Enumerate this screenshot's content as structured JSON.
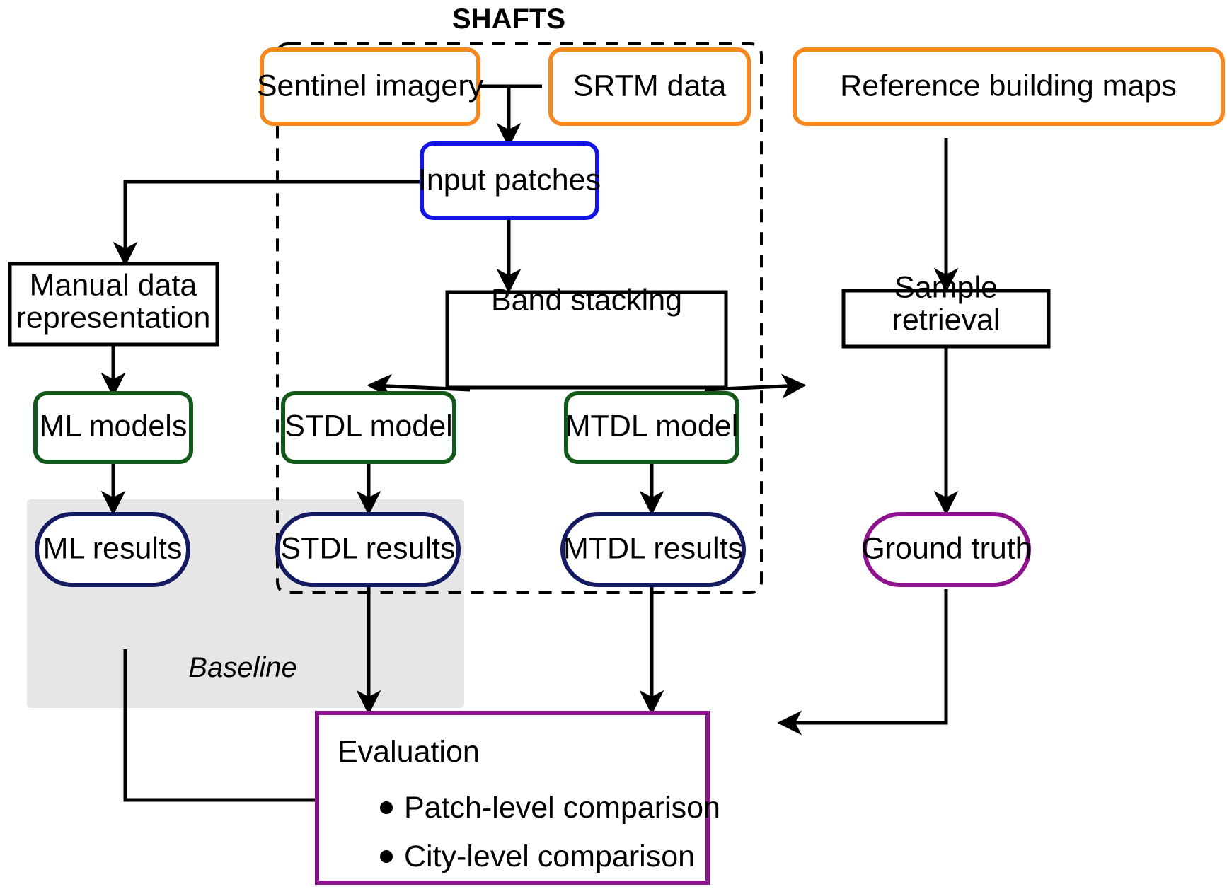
{
  "figure": {
    "group_title": "SHAFTS",
    "baseline_label": "Baseline"
  },
  "nodes": {
    "sentinel": "Sentinel imagery",
    "srtm": "SRTM data",
    "reference_maps": "Reference building maps",
    "input_patches": "Input patches",
    "manual_rep_line1": "Manual data",
    "manual_rep_line2": "representation",
    "band_stacking": "Band stacking",
    "sample_retrieval_line1": "Sample",
    "sample_retrieval_line2": "retrieval",
    "ml_models": "ML models",
    "stdl_model": "STDL model",
    "mtdl_model": "MTDL model",
    "ml_results": "ML results",
    "stdl_results": "STDL results",
    "mtdl_results": "MTDL results",
    "ground_truth": "Ground truth",
    "evaluation_title": "Evaluation",
    "evaluation_items": [
      "Patch-level comparison",
      "City-level comparison"
    ]
  },
  "colors": {
    "input_source": "#F6881F",
    "patches": "#1414E6",
    "model": "#13591C",
    "results": "#151B62",
    "evaluation": "#8E128E",
    "plain": "#000000",
    "baseline_shade": "#E6E6E6"
  }
}
